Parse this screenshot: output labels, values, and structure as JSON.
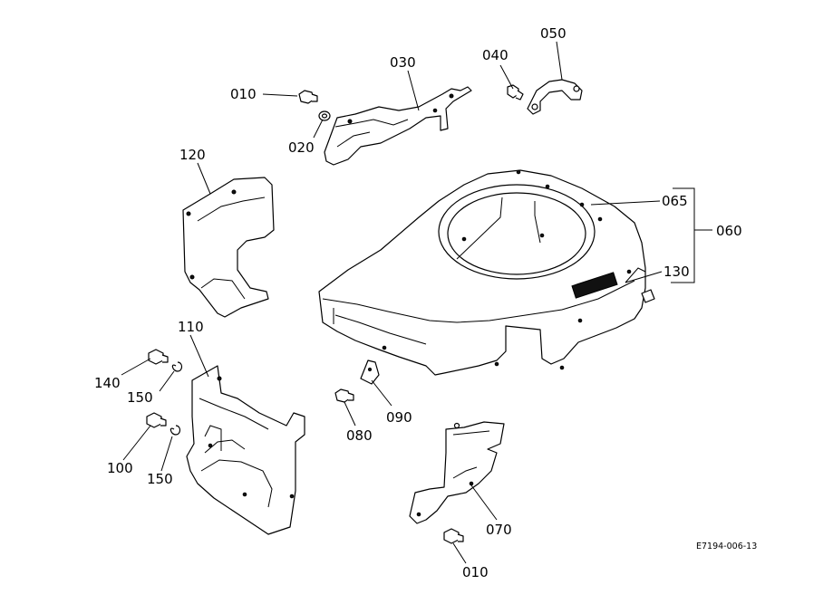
{
  "diagram": {
    "drawing_code": "E7194-006-13",
    "labels": {
      "p010_top": "010",
      "p020": "020",
      "p030": "030",
      "p040": "040",
      "p050": "050",
      "p065": "065",
      "p060": "060",
      "p130": "130",
      "p120": "120",
      "p110": "110",
      "p140": "140",
      "p150_top": "150",
      "p100": "100",
      "p150_bottom": "150",
      "p080": "080",
      "p090": "090",
      "p070": "070",
      "p010_bottom": "010"
    }
  }
}
